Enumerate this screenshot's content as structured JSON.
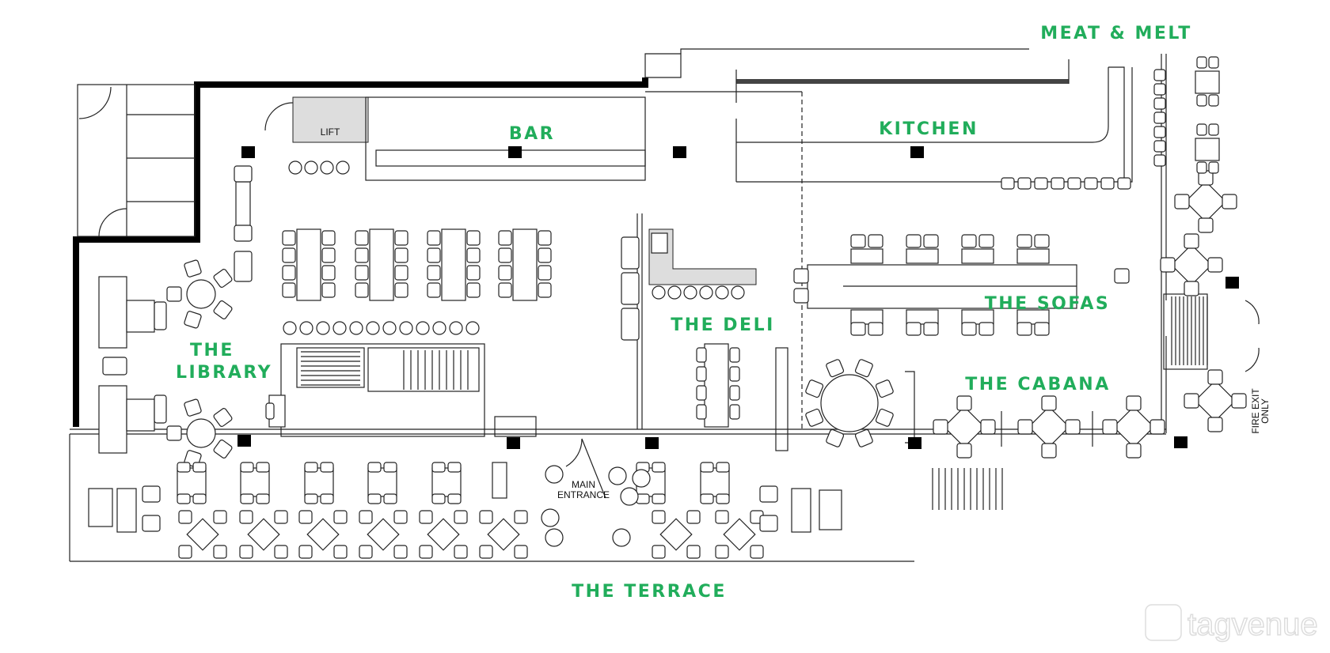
{
  "plan": {
    "zones": {
      "meat_melt": "MEAT & MELT",
      "bar": "BAR",
      "kitchen": "KITCHEN",
      "sofas": "THE SOFAS",
      "deli": "THE DELI",
      "library_1": "THE",
      "library_2": "LIBRARY",
      "cabana": "THE CABANA",
      "terrace": "THE TERRACE"
    },
    "labels": {
      "lift": "LIFT",
      "main_entrance_1": "MAIN",
      "main_entrance_2": "ENTRANCE",
      "fire_exit_1": "FIRE EXIT",
      "fire_exit_2": "ONLY"
    },
    "watermark": "tagvenue",
    "colors": {
      "zone_label": "#21ad5b",
      "walls": "#000000"
    }
  }
}
